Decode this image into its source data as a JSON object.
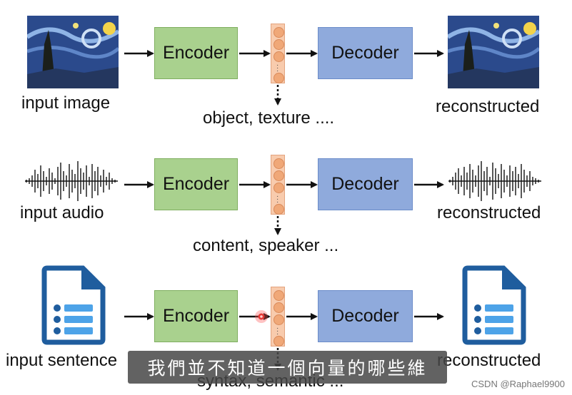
{
  "rows": [
    {
      "input_label": "input image",
      "encoder_label": "Encoder",
      "decoder_label": "Decoder",
      "feature_label": "object, texture ....",
      "output_label": "reconstructed",
      "input_kind": "painting",
      "output_kind": "painting"
    },
    {
      "input_label": "input audio",
      "encoder_label": "Encoder",
      "decoder_label": "Decoder",
      "feature_label": "content, speaker ...",
      "output_label": "reconstructed",
      "input_kind": "waveform",
      "output_kind": "waveform"
    },
    {
      "input_label": "input sentence",
      "encoder_label": "Encoder",
      "decoder_label": "Decoder",
      "feature_label": "syntax, semantic ...",
      "output_label": "reconstructed",
      "input_kind": "document-icon",
      "output_kind": "document-icon"
    }
  ],
  "subtitle": "我們並不知道一個向量的哪些維",
  "watermark": "CSDN @Raphael9900",
  "colors": {
    "encoder_fill": "#a9d18e",
    "decoder_fill": "#8faadc",
    "vector_fill": "#f8cbad",
    "document_icon": "#1f5d9e",
    "pointer": "#e53935"
  }
}
